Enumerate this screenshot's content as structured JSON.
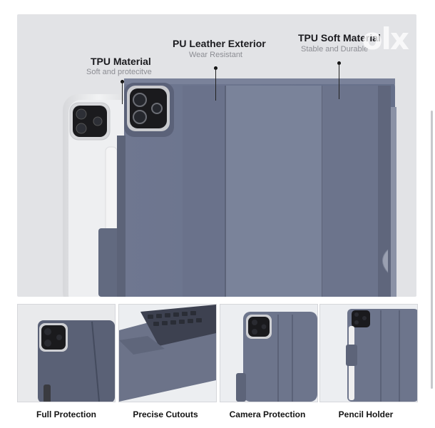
{
  "hero": {
    "callouts": [
      {
        "title": "TPU Material",
        "subtitle": "Soft and protecitve"
      },
      {
        "title": "PU Leather Exterior",
        "subtitle": "Wear Resistant"
      },
      {
        "title": "TPU Soft Material",
        "subtitle": "Stable and Durable"
      }
    ]
  },
  "features": [
    {
      "caption": "Full Protection"
    },
    {
      "caption": "Precise Cutouts"
    },
    {
      "caption": "Camera Protection"
    },
    {
      "caption": "Pencil Holder"
    }
  ],
  "watermark": {
    "text": "olx"
  },
  "colors": {
    "case": "#6b7388",
    "case_light": "#7b8398",
    "case_dark": "#5a6176",
    "tablet_silver": "#e7e8ea",
    "background": "#e2e3e6"
  },
  "icons": [
    "camera-module-icon"
  ]
}
